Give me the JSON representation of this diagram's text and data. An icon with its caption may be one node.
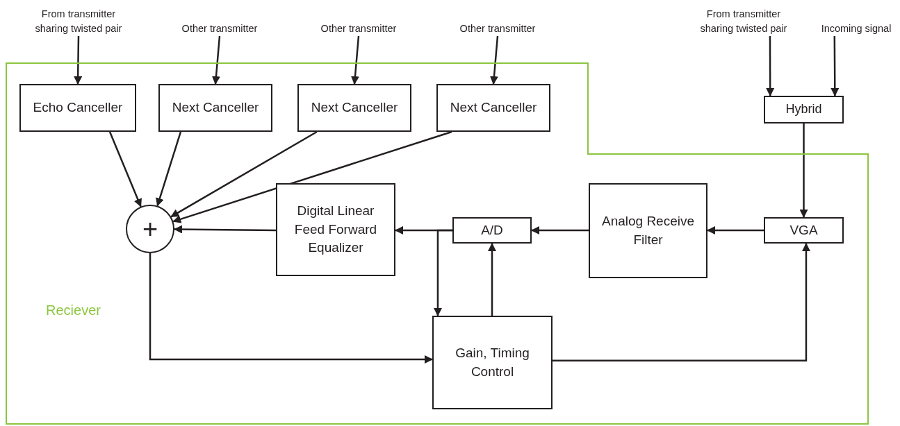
{
  "diagram": {
    "nodes": [
      {
        "text": [
          "Reciever"
        ]
      },
      {
        "text": [
          "From transmitter sharing twisted pair"
        ]
      },
      {
        "text": [
          "Other transmitter"
        ]
      },
      {
        "text": [
          "Other transmitter"
        ]
      },
      {
        "text": [
          "Other transmitter"
        ]
      },
      {
        "text": [
          "From transmitter sharing twisted pair"
        ]
      },
      {
        "text": [
          "Incoming signal"
        ]
      },
      {
        "text": [
          "Echo Canceller"
        ],
        "in": 0
      },
      {
        "text": [
          "Next Canceller"
        ],
        "in": 0
      },
      {
        "text": [
          "Next Canceller"
        ],
        "in": 0
      },
      {
        "text": [
          "Next Canceller"
        ],
        "in": 0
      },
      {
        "text": [
          "Hybrid"
        ]
      },
      {
        "text": [
          "+"
        ],
        "in": 0
      },
      {
        "text": [
          "Digital Linear Feed Forward Equalizer"
        ],
        "in": 0
      },
      {
        "text": [
          "A/D"
        ],
        "in": 0
      },
      {
        "text": [
          "Analog Receive Filter"
        ],
        "in": 0
      },
      {
        "text": [
          "VGA"
        ],
        "in": 0
      },
      {
        "text": [
          "Gain, Timing Control"
        ],
        "in": 0
      }
    ],
    "edges": [
      {
        "from": 1,
        "to": 7,
        "arrow": "to"
      },
      {
        "from": 2,
        "to": 8,
        "arrow": "to"
      },
      {
        "from": 3,
        "to": 9,
        "arrow": "to"
      },
      {
        "from": 4,
        "to": 10,
        "arrow": "to"
      },
      {
        "from": 5,
        "to": 11,
        "arrow": "to"
      },
      {
        "from": 6,
        "to": 11,
        "arrow": "to"
      },
      {
        "from": 7,
        "to": 12,
        "arrow": "to"
      },
      {
        "from": 8,
        "to": 12,
        "arrow": "to"
      },
      {
        "from": 9,
        "to": 12,
        "arrow": "to"
      },
      {
        "from": 10,
        "to": 12,
        "arrow": "to"
      },
      {
        "from": 11,
        "to": 16,
        "arrow": "to"
      },
      {
        "from": 16,
        "to": 15,
        "arrow": "to"
      },
      {
        "from": 15,
        "to": 14,
        "arrow": "to"
      },
      {
        "from": 14,
        "to": 13,
        "arrow": "to"
      },
      {
        "from": 14,
        "to": 17,
        "arrow": "to"
      },
      {
        "from": 17,
        "to": 14,
        "arrow": "to"
      },
      {
        "from": 13,
        "to": 12,
        "arrow": "to"
      },
      {
        "from": 12,
        "to": 17,
        "arrow": "to"
      },
      {
        "from": 17,
        "to": 16,
        "arrow": "to"
      }
    ]
  }
}
